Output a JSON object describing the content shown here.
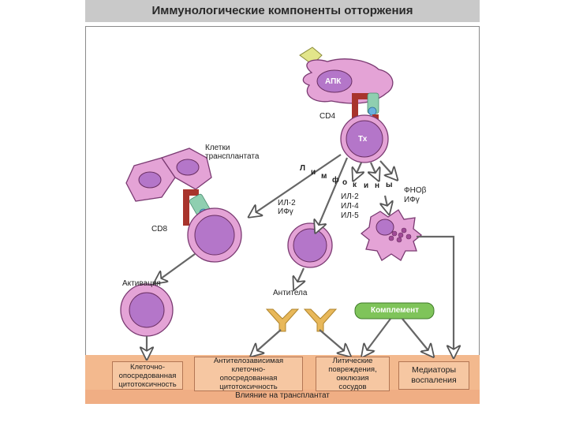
{
  "title": "Иммунологические компоненты отторжения",
  "labels": {
    "apc": "АПК",
    "cd4": "CD4",
    "th": "Тх",
    "graft_cells_line1": "Клетки",
    "graft_cells_line2": "трансплантата",
    "il2_ifng_line1": "ИЛ-2",
    "il2_ifng_line2": "ИФγ",
    "il_list_line1": "ИЛ-2",
    "il_list_line2": "ИЛ-4",
    "il_list_line3": "ИЛ-5",
    "tnf_line1": "ФНОβ",
    "tnf_line2": "ИФγ",
    "cd8": "CD8",
    "activation": "Активация",
    "antibodies": "Антитела",
    "complement": "Комплемент",
    "lymphokines_letters": [
      "Л",
      "и",
      "м",
      "ф",
      "о",
      "к",
      "и",
      "н",
      "ы"
    ]
  },
  "effects": [
    {
      "line1": "Клеточно-",
      "line2": "опосредованная",
      "line3": "цитотоксичность"
    },
    {
      "line1": "Антителозависимая",
      "line2": "клеточно-",
      "line3": "опосредованная",
      "line4": "цитотоксичность"
    },
    {
      "line1": "Литические",
      "line2": "повреждения,",
      "line3": "окклюзия",
      "line4": "сосудов"
    },
    {
      "line1": "Медиаторы",
      "line2": "воспаления"
    }
  ],
  "footer": "Влияние на трансплантат",
  "colors": {
    "cell_fill": "#e4a3d6",
    "cell_stroke": "#7a3a72",
    "nucleus_fill": "#b476c9",
    "receptor_red": "#a8342c",
    "receptor_green": "#8fcfb0",
    "receptor_blue": "#6ab0de",
    "antigen_yellow": "#e2e58a",
    "antibody_yellow": "#e8b85a",
    "complement_green": "#7fc45a",
    "effect_box": "#f6c7a2",
    "band": "#f3b98e"
  }
}
